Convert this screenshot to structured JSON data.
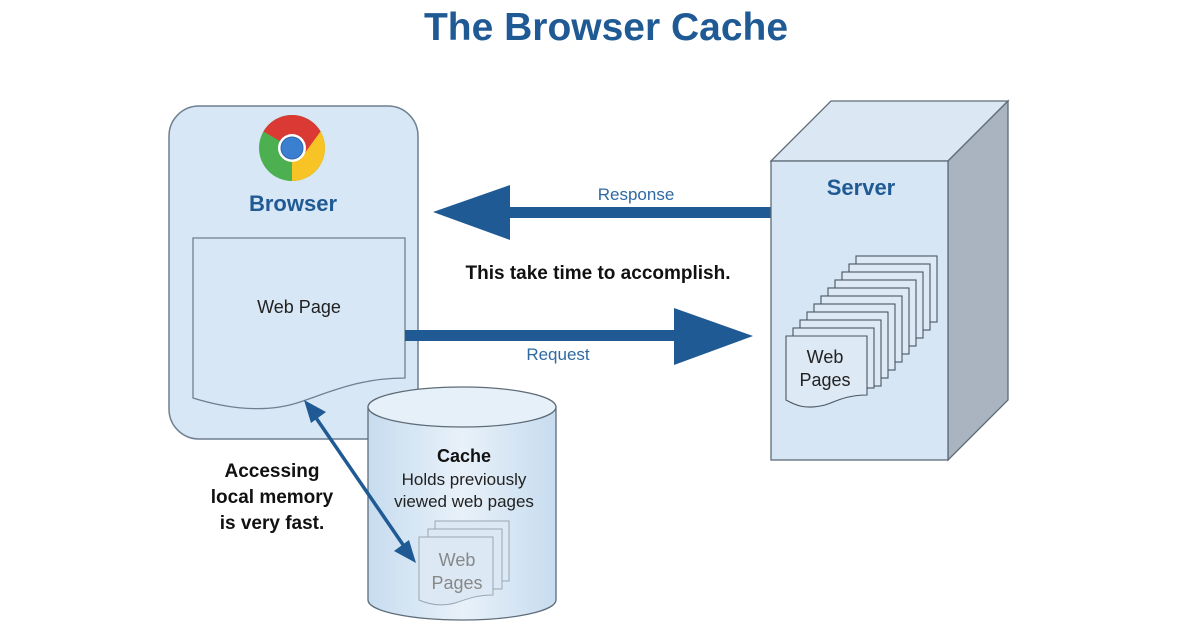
{
  "title": "The Browser Cache",
  "browser": {
    "label": "Browser",
    "icon": "chrome-logo-icon",
    "web_page_label": "Web Page"
  },
  "server": {
    "label": "Server",
    "pages_label_line1": "Web",
    "pages_label_line2": "Pages"
  },
  "arrows": {
    "response_label": "Response",
    "request_label": "Request",
    "note": "This take time to accomplish."
  },
  "cache": {
    "title": "Cache",
    "desc_line1": "Holds previously",
    "desc_line2": "viewed web pages",
    "pages_label_line1": "Web",
    "pages_label_line2": "Pages"
  },
  "local_note": {
    "line1": "Accessing",
    "line2": "local memory",
    "line3": "is very fast."
  },
  "colors": {
    "primary_blue": "#1f5a94",
    "panel_fill": "#d6e6f4",
    "server_side": "#a7b3c0"
  }
}
